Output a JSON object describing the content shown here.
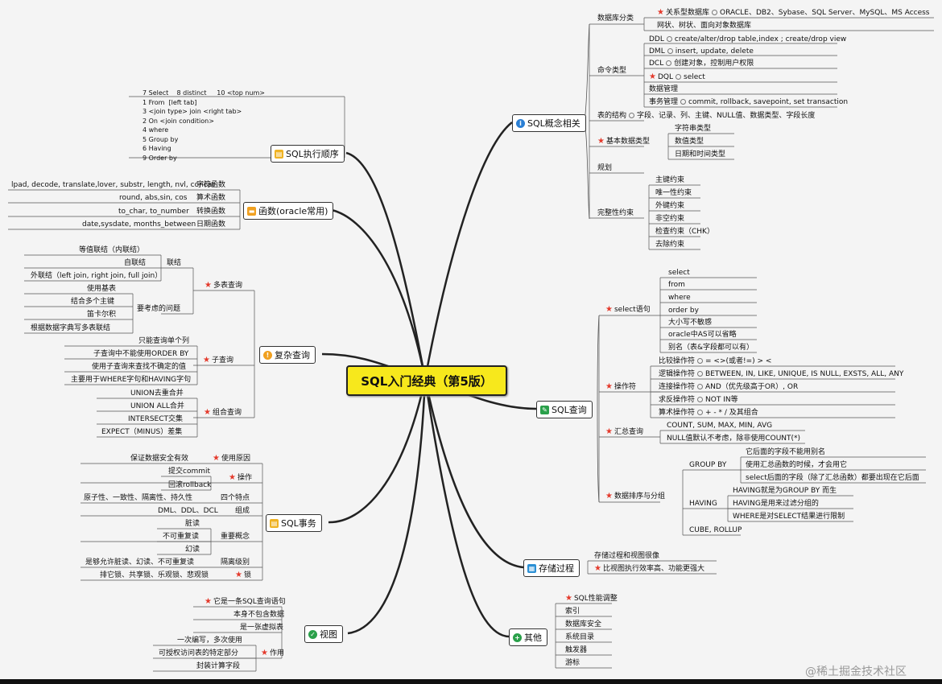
{
  "central": "SQL入门经典（第5版）",
  "watermark": "@稀土掘金技术社区",
  "branches": {
    "concept": {
      "label": "SQL概念相关",
      "db_types": {
        "label": "数据库分类",
        "relational": "关系型数据库",
        "relational_list": "ORACLE、DB2、Sybase、SQL Server、MySQL、MS Access",
        "other": "网状、树状、面向对象数据库"
      },
      "cmd_types": {
        "label": "命令类型",
        "ddl": "DDL",
        "ddl_desc": "create/alter/drop table,index ; create/drop view",
        "dml": "DML",
        "dml_desc": "insert, update, delete",
        "dcl": "DCL",
        "dcl_desc": "创建对象，控制用户权限",
        "dql": "DQL",
        "dql_desc": "select",
        "data_mgmt": "数据管理",
        "tx_mgmt": "事务管理",
        "tx_desc": "commit, rollback, savepoint, set transaction"
      },
      "table_struct": {
        "label": "表的结构",
        "desc": "字段、记录、列、主键、NULL值、数据类型、字段长度"
      },
      "basic_types": {
        "label": "基本数据类型",
        "items": [
          "字符串类型",
          "数值类型",
          "日期和时间类型"
        ]
      },
      "norm": "规划",
      "integrity": {
        "label": "完整性约束",
        "items": [
          "主键约束",
          "唯一性约束",
          "外键约束",
          "非空约束",
          "检查约束（CHK）",
          "去除约束"
        ]
      }
    },
    "exec_order": {
      "label": "SQL执行顺序",
      "lines": [
        "7 Select    8 distinct     10 <top num>",
        "1 From  [left tab]",
        "3 <join type> join <right tab>",
        "2 On <join condition>",
        "4 where",
        "5 Group by",
        "6 Having",
        "9 Order by"
      ]
    },
    "functions": {
      "label": "函数(oracle常用)",
      "rows": [
        {
          "desc": "lpad, decode, translate,lover, substr, length, nvl, concat",
          "name": "字符函数"
        },
        {
          "desc": "round, abs,sin, cos",
          "name": "算术函数"
        },
        {
          "desc": "to_char, to_number",
          "name": "转换函数"
        },
        {
          "desc": "date,sysdate, months_between",
          "name": "日期函数"
        }
      ]
    },
    "complex": {
      "label": "复杂查询",
      "multi": {
        "label": "多表查询",
        "join": "联结",
        "join_items": [
          "等值联结（内联结）",
          "自联结",
          "外联结（left join, right join, full join）"
        ],
        "concern": "要考虑的问题",
        "concern_items": [
          "使用基表",
          "结合多个主键",
          "笛卡尔积",
          "根据数据字典写多表联结"
        ]
      },
      "sub": {
        "label": "子查询",
        "items": [
          "只能查询单个列",
          "子查询中不能使用ORDER BY",
          "使用子查询来查找不确定的值",
          "主要用于WHERE字句和HAVING字句"
        ]
      },
      "combo": {
        "label": "组合查询",
        "items": [
          "UNION去重合并",
          "UNION ALL合并",
          "INTERSECT交集",
          "EXPECT（MINUS）差集"
        ]
      }
    },
    "tx": {
      "label": "SQL事务",
      "reason": "使用原因",
      "reason_item": "保证数据安全有效",
      "op": "操作",
      "op_items": [
        "提交commit",
        "回滚rollback"
      ],
      "feature": "四个特点",
      "feature_item": "原子性、一致性、隔离性、持久性",
      "compose": "组成",
      "compose_item": "DML、DDL、DCL",
      "concept": "重要概念",
      "concept_items": [
        "脏读",
        "不可重复读",
        "幻读"
      ],
      "isolation": "隔离级别",
      "isolation_item": "是够允许脏读、幻读、不可重复读",
      "lock": "锁",
      "lock_item": "排它锁、共享锁、乐观锁、悲观锁"
    },
    "view": {
      "label": "视图",
      "items": [
        "它是一条SQL查询语句",
        "本身不包含数据",
        "是一张虚拟表"
      ],
      "use": "作用",
      "use_items": [
        "一次编写，多次使用",
        "可授权访问表的特定部分",
        "封装计算字段"
      ]
    },
    "query": {
      "label": "SQL查询",
      "select": {
        "label": "select语句",
        "items": [
          "select",
          "from",
          "where",
          "order by",
          "大小写不敏感",
          "oracle中AS可以省略",
          "别名（表&字段都可以有）"
        ]
      },
      "ops": {
        "label": "操作符",
        "rows": [
          {
            "name": "比较操作符",
            "desc": "= <>(或者!=) > <"
          },
          {
            "name": "逻辑操作符",
            "desc": "BETWEEN, IN, LIKE, UNIQUE, IS NULL, EXSTS, ALL, ANY"
          },
          {
            "name": "连接操作符",
            "desc": "AND（优先级高于OR）, OR"
          },
          {
            "name": "求反操作符",
            "desc": "NOT IN等"
          },
          {
            "name": "算术操作符",
            "desc": "+ - * / 及其组合"
          }
        ]
      },
      "agg": {
        "label": "汇总查询",
        "items": [
          "COUNT, SUM, MAX, MIN, AVG",
          "NULL值默认不考虑，除非使用COUNT(*)"
        ]
      },
      "sort": {
        "label": "数据排序与分组",
        "group_by": "GROUP BY",
        "group_items": [
          "它后面的字段不能用别名",
          "使用汇总函数的时候，才会用它",
          "select后面的字段（除了汇总函数）都要出现在它后面"
        ],
        "having": "HAVING",
        "having_items": [
          "HAVING就是为GROUP BY 而生",
          "HAVING是用来过滤分组的",
          "WHERE是对SELECT结果进行限制"
        ],
        "cube": "CUBE, ROLLUP"
      }
    },
    "proc": {
      "label": "存储过程",
      "items": [
        "存储过程和视图很像",
        "比视图执行效率高、功能更强大"
      ]
    },
    "other": {
      "label": "其他",
      "items": [
        "SQL性能调整",
        "索引",
        "数据库安全",
        "系统目录",
        "触发器",
        "游标"
      ]
    }
  }
}
